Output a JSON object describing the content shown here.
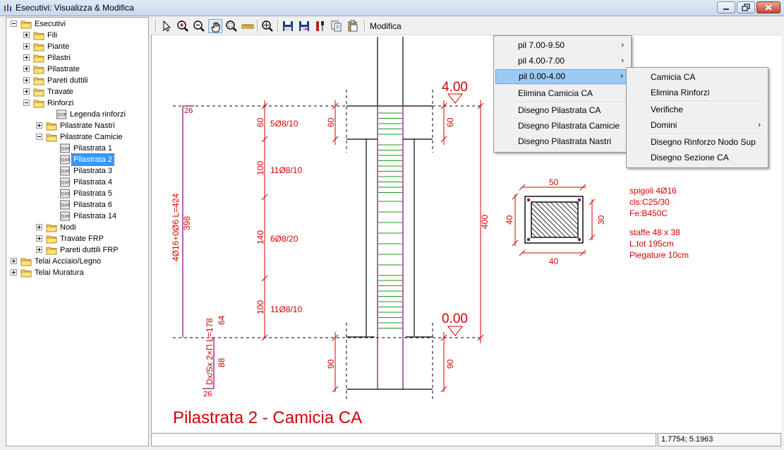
{
  "window": {
    "title": "Esecutivi: Visualizza & Modifica"
  },
  "tree": [
    {
      "label": "Esecutivi",
      "level": 0,
      "type": "folder",
      "expander": "minus"
    },
    {
      "label": "Fili",
      "level": 1,
      "type": "folder",
      "expander": "plus"
    },
    {
      "label": "Piante",
      "level": 1,
      "type": "folder",
      "expander": "plus"
    },
    {
      "label": "Pilastri",
      "level": 1,
      "type": "folder",
      "expander": "plus"
    },
    {
      "label": "Pilastrate",
      "level": 1,
      "type": "folder",
      "expander": "plus"
    },
    {
      "label": "Pareti duttili",
      "level": 1,
      "type": "folder",
      "expander": "plus"
    },
    {
      "label": "Travate",
      "level": 1,
      "type": "folder",
      "expander": "plus"
    },
    {
      "label": "Rinforzi",
      "level": 1,
      "type": "folder",
      "expander": "minus"
    },
    {
      "label": "Legenda rinforzi",
      "level": 2,
      "type": "dxf",
      "expander": ""
    },
    {
      "label": "Pilastrate Nastri",
      "level": 2,
      "type": "folder",
      "expander": "plus"
    },
    {
      "label": "Pilastrate Camicie",
      "level": 2,
      "type": "folder",
      "expander": "minus"
    },
    {
      "label": "Pilastrata 1",
      "level": 3,
      "type": "dxf",
      "expander": ""
    },
    {
      "label": "Pilastrata 2",
      "level": 3,
      "type": "dxf",
      "expander": "",
      "selected": true
    },
    {
      "label": "Pilastrata 3",
      "level": 3,
      "type": "dxf",
      "expander": ""
    },
    {
      "label": "Pilastrata 4",
      "level": 3,
      "type": "dxf",
      "expander": ""
    },
    {
      "label": "Pilastrata 5",
      "level": 3,
      "type": "dxf",
      "expander": ""
    },
    {
      "label": "Pilastrata 6",
      "level": 3,
      "type": "dxf",
      "expander": ""
    },
    {
      "label": "Pilastrata 14",
      "level": 3,
      "type": "dxf",
      "expander": ""
    },
    {
      "label": "Nodi",
      "level": 2,
      "type": "folder",
      "expander": "plus"
    },
    {
      "label": "Travate FRP",
      "level": 2,
      "type": "folder",
      "expander": "plus"
    },
    {
      "label": "Pareti duttili FRP",
      "level": 2,
      "type": "folder",
      "expander": "plus"
    },
    {
      "label": "Telai Acciaio/Legno",
      "level": 0,
      "type": "folder",
      "expander": "plus"
    },
    {
      "label": "Telai Muratura",
      "level": 0,
      "type": "folder",
      "expander": "plus"
    }
  ],
  "toolbar": {
    "mode_label": "Modifica",
    "buttons": [
      "pointer-icon",
      "zoom-in-icon",
      "zoom-out-icon",
      "pan-hand-icon",
      "zoom-window-icon",
      "measure-ruler-icon",
      "zoom-extents-icon",
      "save-icon",
      "save-as-icon",
      "tools-icon",
      "copy-icon",
      "paste-icon"
    ]
  },
  "drawing": {
    "title": "Pilastrata 2 - Camicia CA",
    "level_top": "4.00",
    "level_bottom": "0.00",
    "stirrups": [
      "5Ø8/10",
      "11Ø8/10",
      "6Ø8/20",
      "11Ø8/10"
    ],
    "dims_left": [
      "60",
      "100",
      "140",
      "100"
    ],
    "dim_top_right": "60",
    "dim_height": "400",
    "dim_bottom_left": "90",
    "dim_bottom_right": "90",
    "long_bar_label": "4Ø16+0Ø6 L=424",
    "long_bar_len": "398",
    "bar_top_hook": "26",
    "bar_bottom_hook": "26",
    "lap_bar_label": "Dx/Sx 2×Π L=178",
    "lap_upper": "64",
    "lap_lower": "88",
    "section": {
      "top": "50",
      "bottom": "40",
      "left": "40",
      "right": "30"
    },
    "notes": [
      "spigoli 4Ø16",
      "cls:C25/30",
      "Fe:B450C",
      "staffe 48 x 38",
      "L.tot 195cm",
      "Piegature 10cm"
    ]
  },
  "context_menu": {
    "items": [
      {
        "label": "pil 7.00-9.50",
        "submenu": true
      },
      {
        "label": "pil 4.00-7.00",
        "submenu": true
      },
      {
        "label": "pil 0.00-4.00",
        "submenu": true,
        "highlighted": true
      },
      {
        "label": "Elimina Camicia CA",
        "submenu": false
      },
      {
        "label": "Disegno Pilastrata CA",
        "submenu": false
      },
      {
        "label": "Disegno Pilastrata Camicie",
        "submenu": false
      },
      {
        "label": "Disegno Pilastrata Nastri",
        "submenu": false
      }
    ]
  },
  "submenu": {
    "items": [
      {
        "label": "Camicia CA",
        "submenu": false
      },
      {
        "label": "Elimina Rinforzi",
        "submenu": false
      },
      {
        "label": "Verifiche",
        "submenu": false
      },
      {
        "label": "Domini",
        "submenu": true
      },
      {
        "label": "Disegno Rinforzo Nodo Sup",
        "submenu": false
      },
      {
        "label": "Disegno Sezione CA",
        "submenu": false
      }
    ]
  },
  "status": {
    "coords": "1.7754; 5.1963"
  },
  "colors": {
    "drawing_red": "#d40000",
    "rebar_purple": "#800080",
    "stirrup_green": "#1a9a1a",
    "selection": "#3399ff",
    "menu_highlight": "#9ccaf0"
  }
}
